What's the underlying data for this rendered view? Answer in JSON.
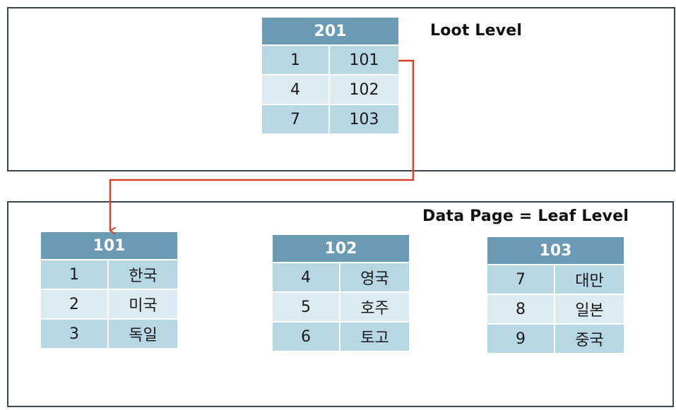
{
  "root_level": {
    "label": "Loot Level",
    "page": {
      "id": "201",
      "rows": [
        {
          "key": "1",
          "value": "101"
        },
        {
          "key": "4",
          "value": "102"
        },
        {
          "key": "7",
          "value": "103"
        }
      ]
    }
  },
  "leaf_level": {
    "label": "Data Page = Leaf Level",
    "pages": [
      {
        "id": "101",
        "rows": [
          {
            "key": "1",
            "value": "한국"
          },
          {
            "key": "2",
            "value": "미국"
          },
          {
            "key": "3",
            "value": "독일"
          }
        ]
      },
      {
        "id": "102",
        "rows": [
          {
            "key": "4",
            "value": "영국"
          },
          {
            "key": "5",
            "value": "호주"
          },
          {
            "key": "6",
            "value": "토고"
          }
        ]
      },
      {
        "id": "103",
        "rows": [
          {
            "key": "7",
            "value": "대만"
          },
          {
            "key": "8",
            "value": "일본"
          },
          {
            "key": "9",
            "value": "중국"
          }
        ]
      }
    ]
  },
  "colors": {
    "header": "#6a9ab4",
    "row_dark": "#b8d7e5",
    "row_light": "#dcebf2",
    "arrow": "#d9402b",
    "panel_border": "#3a4750"
  }
}
